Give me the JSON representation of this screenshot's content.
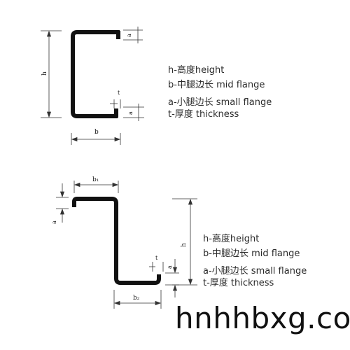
{
  "c_channel": {
    "dim_h": "h",
    "dim_b": "b",
    "dim_a_top": "a",
    "dim_a_bottom": "a",
    "dim_t": "t",
    "legend": [
      "h-高度height",
      "b-中腿边长 mid flange",
      "a-小腿边长 small flange",
      "t-厚度 thickness"
    ]
  },
  "z_channel": {
    "dim_h": "h",
    "dim_b1": "b₁",
    "dim_b2": "b₂",
    "dim_a_left": "a",
    "dim_a_right": "a",
    "dim_t": "t",
    "legend": [
      "h-高度height",
      "b-中腿边长 mid flange",
      "a-小腿边长 small flange",
      "t-厚度 thickness"
    ]
  },
  "watermark": "hnhhbxg.com",
  "colors": {
    "profile": "#111111",
    "dimension_line": "#333333",
    "text": "#2a2a2a"
  }
}
